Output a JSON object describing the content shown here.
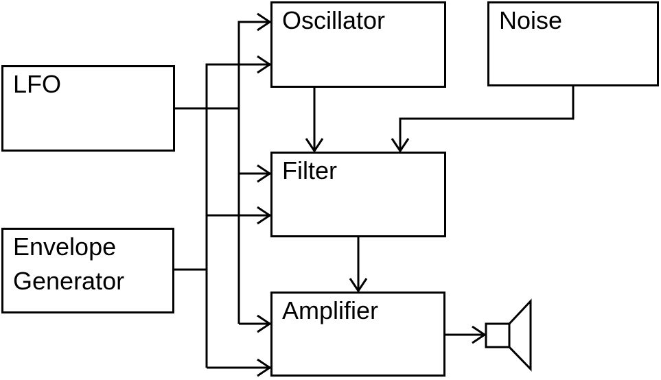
{
  "canvas": {
    "background_color": "#ffffff",
    "line_color": "#000000",
    "text_color": "#000000"
  },
  "diagram": {
    "type": "block-diagram",
    "subject": "synthesizer-signal-flow",
    "nodes": [
      {
        "id": "lfo",
        "label": "LFO"
      },
      {
        "id": "envelope-generator",
        "label": "Envelope Generator",
        "line1": "Envelope",
        "line2": "Generator"
      },
      {
        "id": "oscillator",
        "label": "Oscillator"
      },
      {
        "id": "noise",
        "label": "Noise"
      },
      {
        "id": "filter",
        "label": "Filter"
      },
      {
        "id": "amplifier",
        "label": "Amplifier"
      },
      {
        "id": "speaker",
        "label": "",
        "icon": "speaker-icon"
      }
    ],
    "edges": [
      {
        "from": "lfo",
        "to": "oscillator",
        "style": "arrow"
      },
      {
        "from": "lfo",
        "to": "filter",
        "style": "arrow"
      },
      {
        "from": "lfo",
        "to": "amplifier",
        "style": "arrow"
      },
      {
        "from": "envelope-generator",
        "to": "oscillator",
        "style": "arrow"
      },
      {
        "from": "envelope-generator",
        "to": "filter",
        "style": "arrow"
      },
      {
        "from": "envelope-generator",
        "to": "amplifier",
        "style": "arrow"
      },
      {
        "from": "oscillator",
        "to": "filter",
        "style": "arrow"
      },
      {
        "from": "noise",
        "to": "filter",
        "style": "arrow"
      },
      {
        "from": "filter",
        "to": "amplifier",
        "style": "arrow"
      },
      {
        "from": "amplifier",
        "to": "speaker",
        "style": "arrow"
      }
    ]
  }
}
